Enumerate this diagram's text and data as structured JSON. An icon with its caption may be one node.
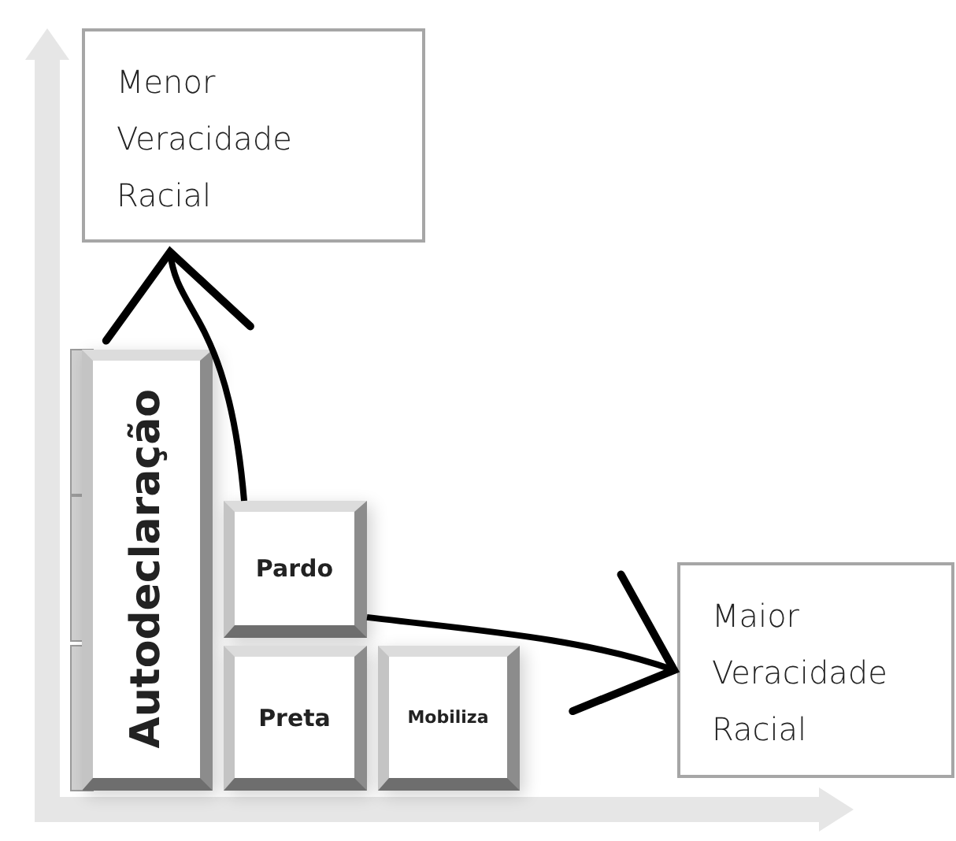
{
  "diagram": {
    "nodes": [
      {
        "text": [
          "Menor Veracidade Racial"
        ]
      },
      {
        "text": [
          "Autodeclaração"
        ]
      },
      {
        "text": [
          "Pardo"
        ]
      },
      {
        "text": [
          "Preta"
        ]
      },
      {
        "text": [
          "Mobiliza"
        ]
      },
      {
        "text": [
          "Maior Veracidade Racial"
        ]
      }
    ],
    "edges": [
      {
        "from": 2,
        "to": 0,
        "arrow": "to"
      },
      {
        "from": 2,
        "to": 5,
        "arrow": "to"
      }
    ]
  }
}
